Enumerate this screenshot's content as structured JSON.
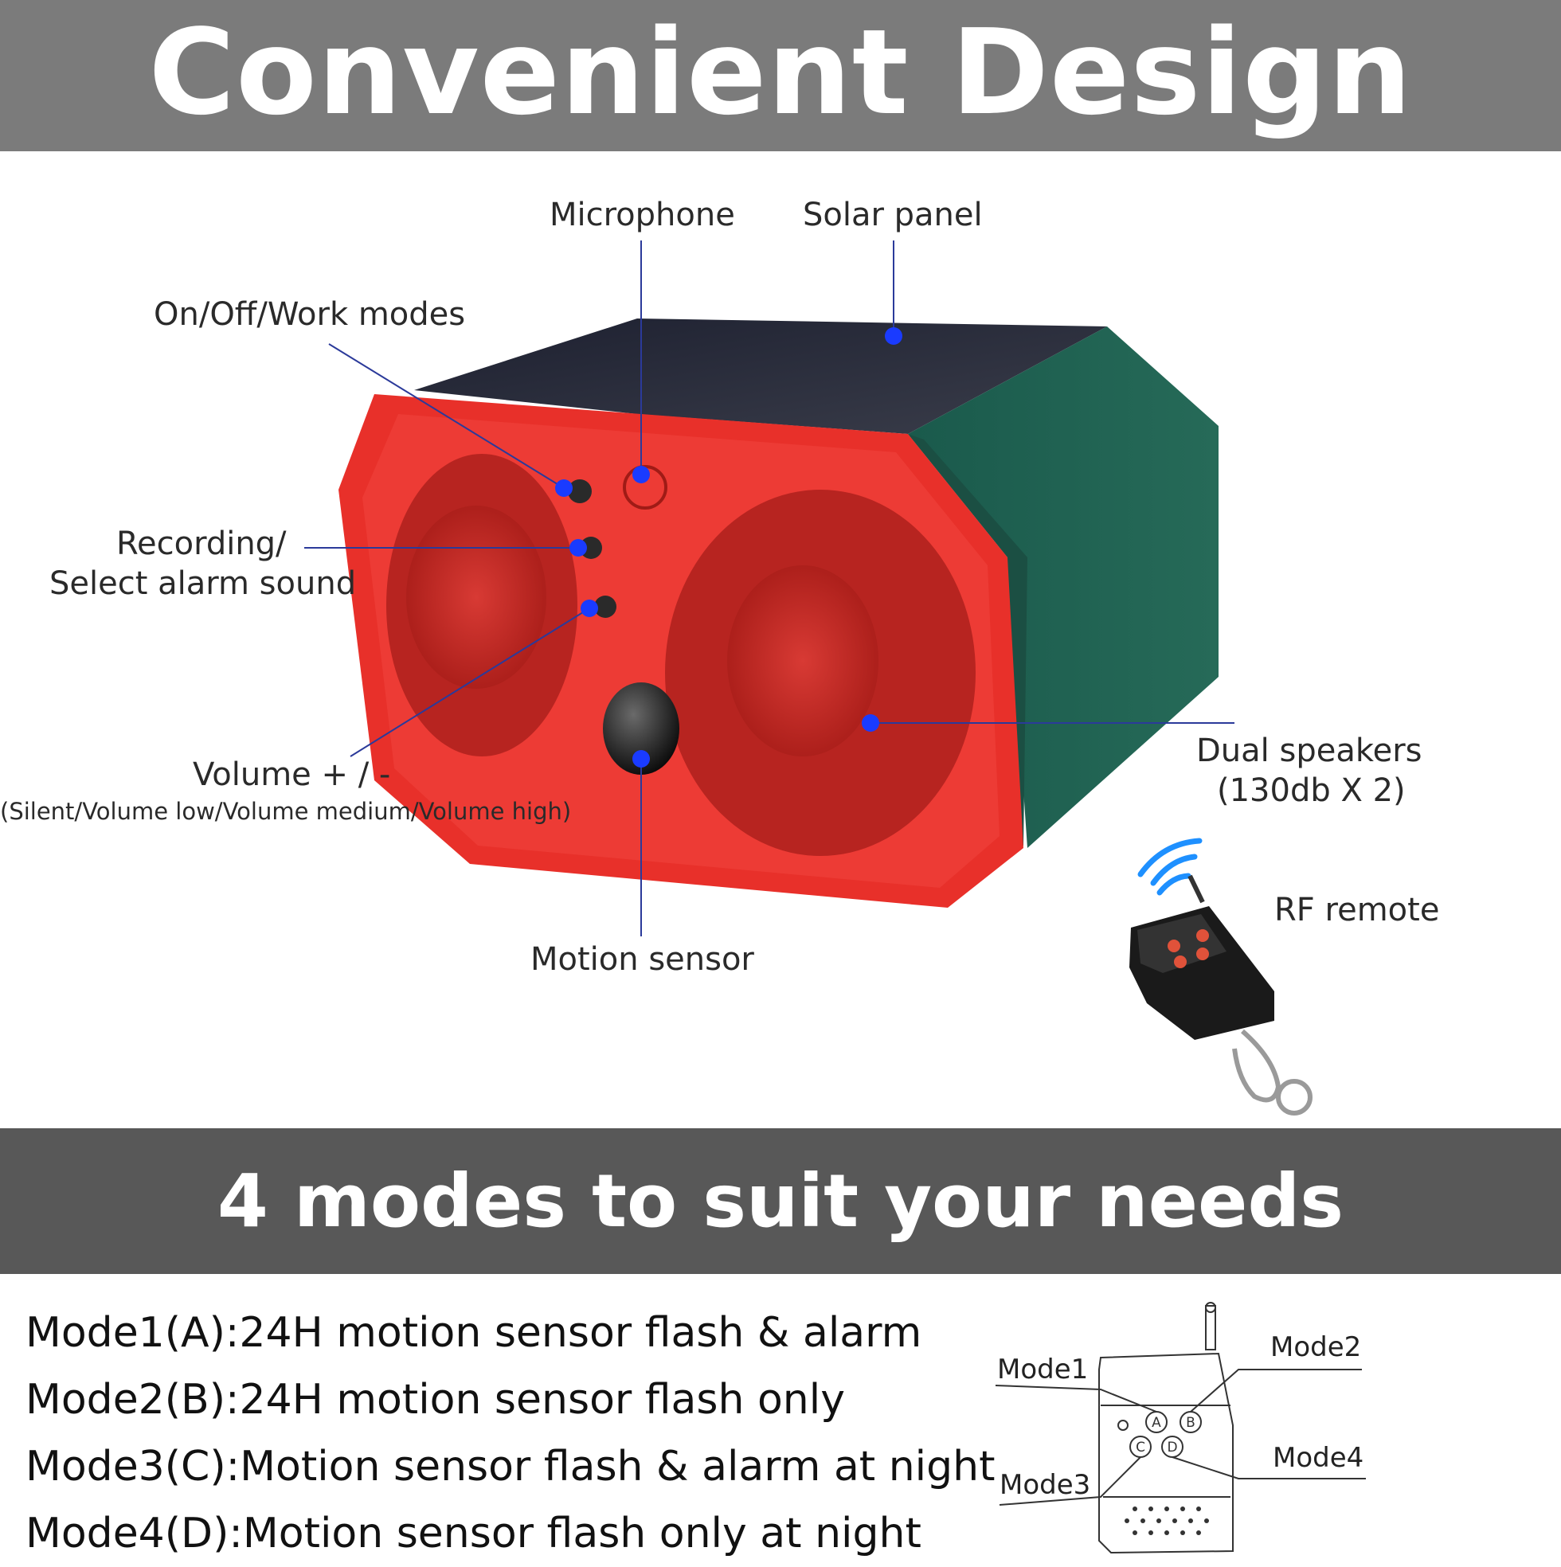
{
  "header": {
    "title": "Convenient Design"
  },
  "product": {
    "callouts": {
      "microphone": "Microphone",
      "solar_panel": "Solar panel",
      "power_modes": "On/Off/Work modes",
      "recording_line1": "Recording/",
      "recording_line2": "Select alarm sound",
      "volume": "Volume + / -",
      "volume_levels": "(Silent/Volume low/Volume medium/Volume high)",
      "speakers_line1": "Dual speakers",
      "speakers_line2": "(130db X 2)",
      "motion_sensor": "Motion sensor",
      "rf_remote": "RF remote"
    },
    "colors": {
      "front_panel": "#e8302a",
      "body": "#1f5e4f",
      "solar": "#2b2e3a",
      "marker": "#1a3bff"
    }
  },
  "modes_section": {
    "title": "4 modes to suit your needs",
    "modes": [
      "Mode1(A):24H motion sensor flash & alarm",
      "Mode2(B):24H motion sensor flash only",
      "Mode3(C):Motion sensor flash & alarm at night",
      "Mode4(D):Motion sensor flash only at night"
    ],
    "remote_diagram": {
      "mode1": "Mode1",
      "mode2": "Mode2",
      "mode3": "Mode3",
      "mode4": "Mode4",
      "buttons": [
        "A",
        "B",
        "C",
        "D"
      ]
    }
  }
}
